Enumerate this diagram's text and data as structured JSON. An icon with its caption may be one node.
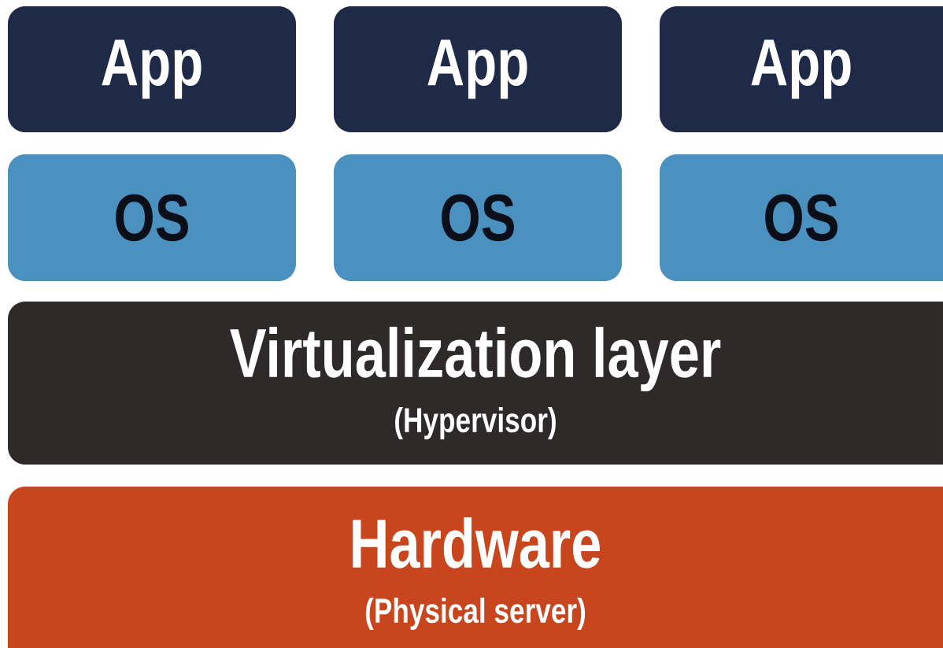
{
  "diagram": {
    "nodes": [
      {
        "text": [
          "App"
        ]
      },
      {
        "text": [
          "App"
        ]
      },
      {
        "text": [
          "App"
        ]
      },
      {
        "text": [
          "OS"
        ]
      },
      {
        "text": [
          "OS"
        ]
      },
      {
        "text": [
          "OS"
        ]
      },
      {
        "text": [
          "Virtualization layer",
          "(Hypervisor)"
        ]
      },
      {
        "text": [
          "Hardware",
          "(Physical server)"
        ]
      }
    ]
  }
}
